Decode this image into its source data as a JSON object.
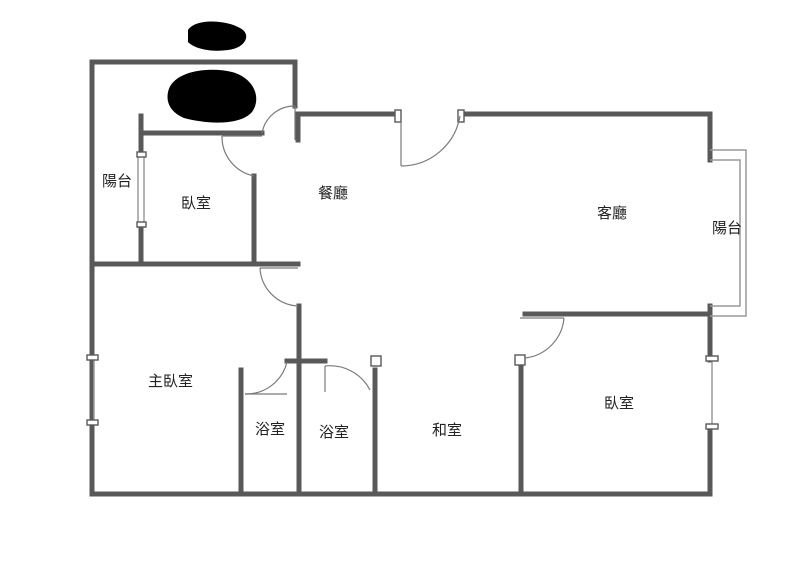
{
  "rooms": {
    "balcony_left": "陽台",
    "bedroom_top": "臥室",
    "dining": "餐廳",
    "living": "客廳",
    "balcony_right": "陽台",
    "master_bedroom": "主臥室",
    "bathroom_1": "浴室",
    "bathroom_2": "浴室",
    "japanese_room": "和室",
    "bedroom_right": "臥室"
  },
  "colors": {
    "wall": "#595959",
    "window": "#9a9a9a",
    "door": "#7a7a7a",
    "redaction": "#000000"
  }
}
